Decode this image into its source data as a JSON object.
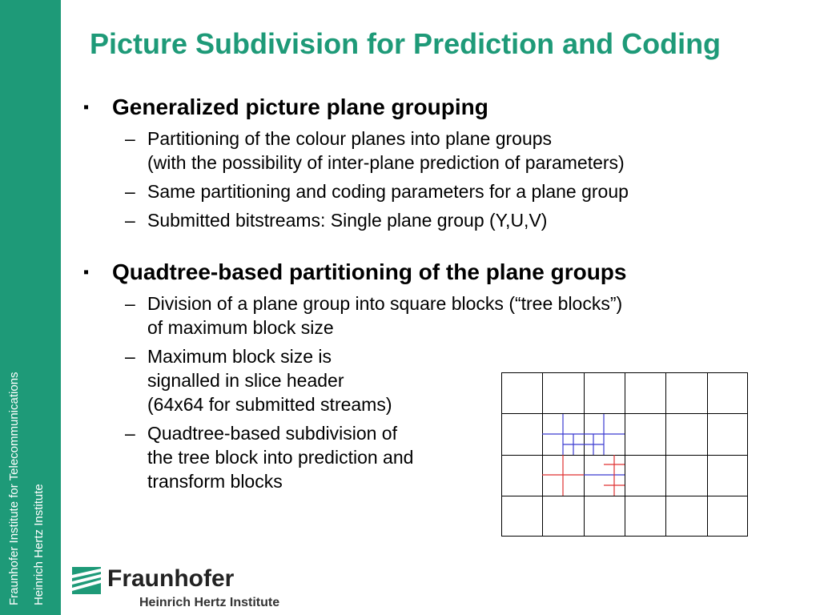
{
  "sidebar": {
    "line1": "Fraunhofer Institute for Telecommunications",
    "line2": "Heinrich Hertz Institute",
    "color": "#1e9a78"
  },
  "slide": {
    "title": "Picture Subdivision for Prediction and Coding",
    "bullet_marker": "▪",
    "sub_marker": "–",
    "bullets": [
      {
        "text": "Generalized picture plane grouping",
        "subs": [
          [
            "Partitioning of the colour planes into plane groups",
            "(with the possibility of inter-plane prediction of parameters)"
          ],
          [
            "Same partitioning and coding parameters for a plane group"
          ],
          [
            "Submitted bitstreams: Single plane group (Y,U,V)"
          ]
        ]
      },
      {
        "text": "Quadtree-based partitioning of the plane groups",
        "subs": [
          [
            "Division of a plane group into square blocks (“tree blocks”)",
            "of maximum block size"
          ],
          [
            "Maximum block size is",
            "signalled in slice header",
            "(64x64 for submitted streams)"
          ],
          [
            "Quadtree-based subdivision of",
            "the tree block into prediction and",
            "transform blocks"
          ]
        ]
      }
    ]
  },
  "figure": {
    "columns": 6,
    "rows": 4,
    "line_color": "#000000",
    "blue": "#3a3ad0",
    "red": "#e03030"
  },
  "logo": {
    "name": "Fraunhofer",
    "subtitle": "Heinrich Hertz Institute"
  }
}
